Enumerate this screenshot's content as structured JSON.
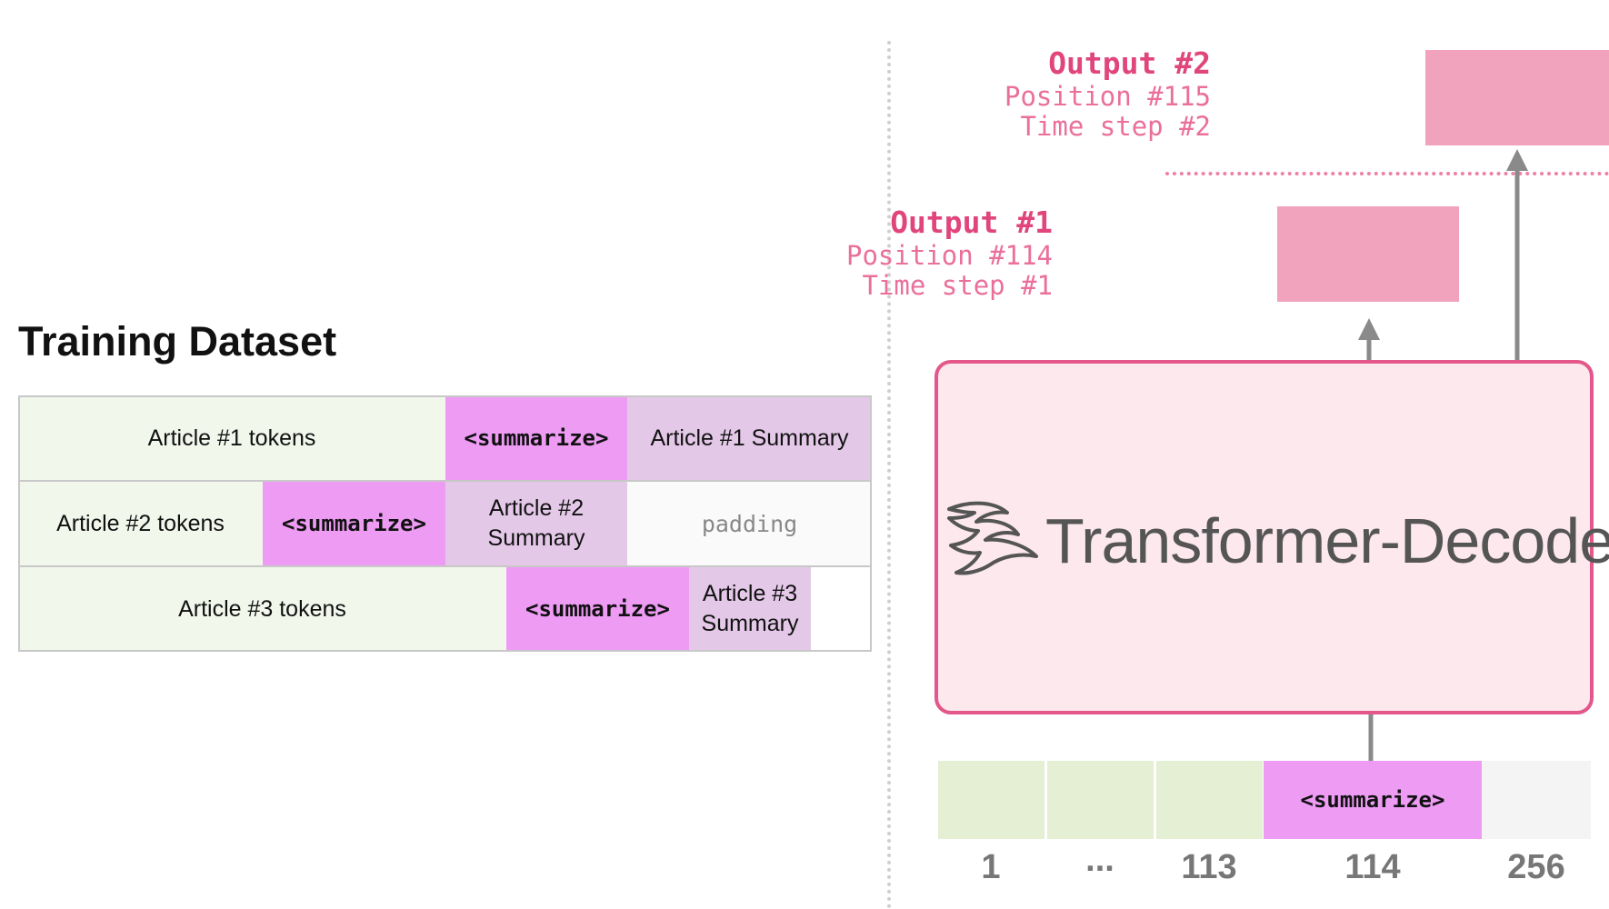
{
  "training": {
    "title": "Training Dataset",
    "rows": [
      [
        "Article #1 tokens",
        "<summarize>",
        "Article #1 Summary"
      ],
      [
        "Article #2 tokens",
        "<summarize>",
        "Article #2 Summary",
        "padding"
      ],
      [
        "Article #3 tokens",
        "<summarize>",
        "Article #3 Summary"
      ]
    ]
  },
  "outputs": [
    {
      "title": "Output #1",
      "position": "Position #114",
      "time_step": "Time step #1"
    },
    {
      "title": "Output #2",
      "position": "Position #115",
      "time_step": "Time step #2"
    }
  ],
  "decoder": {
    "label": "Transformer-Decoder"
  },
  "input": {
    "token": "<summarize>",
    "positions": [
      "1",
      "...",
      "113",
      "114",
      "256"
    ]
  },
  "colors": {
    "article": "#f2f7ec",
    "summarize_token": "#ee9bf4",
    "summary": "#e4c8e8",
    "output": "#f1a3bd",
    "decoder_fill": "#fce8ed",
    "decoder_border": "#e4578a",
    "arrow": "#8a8a8a"
  }
}
